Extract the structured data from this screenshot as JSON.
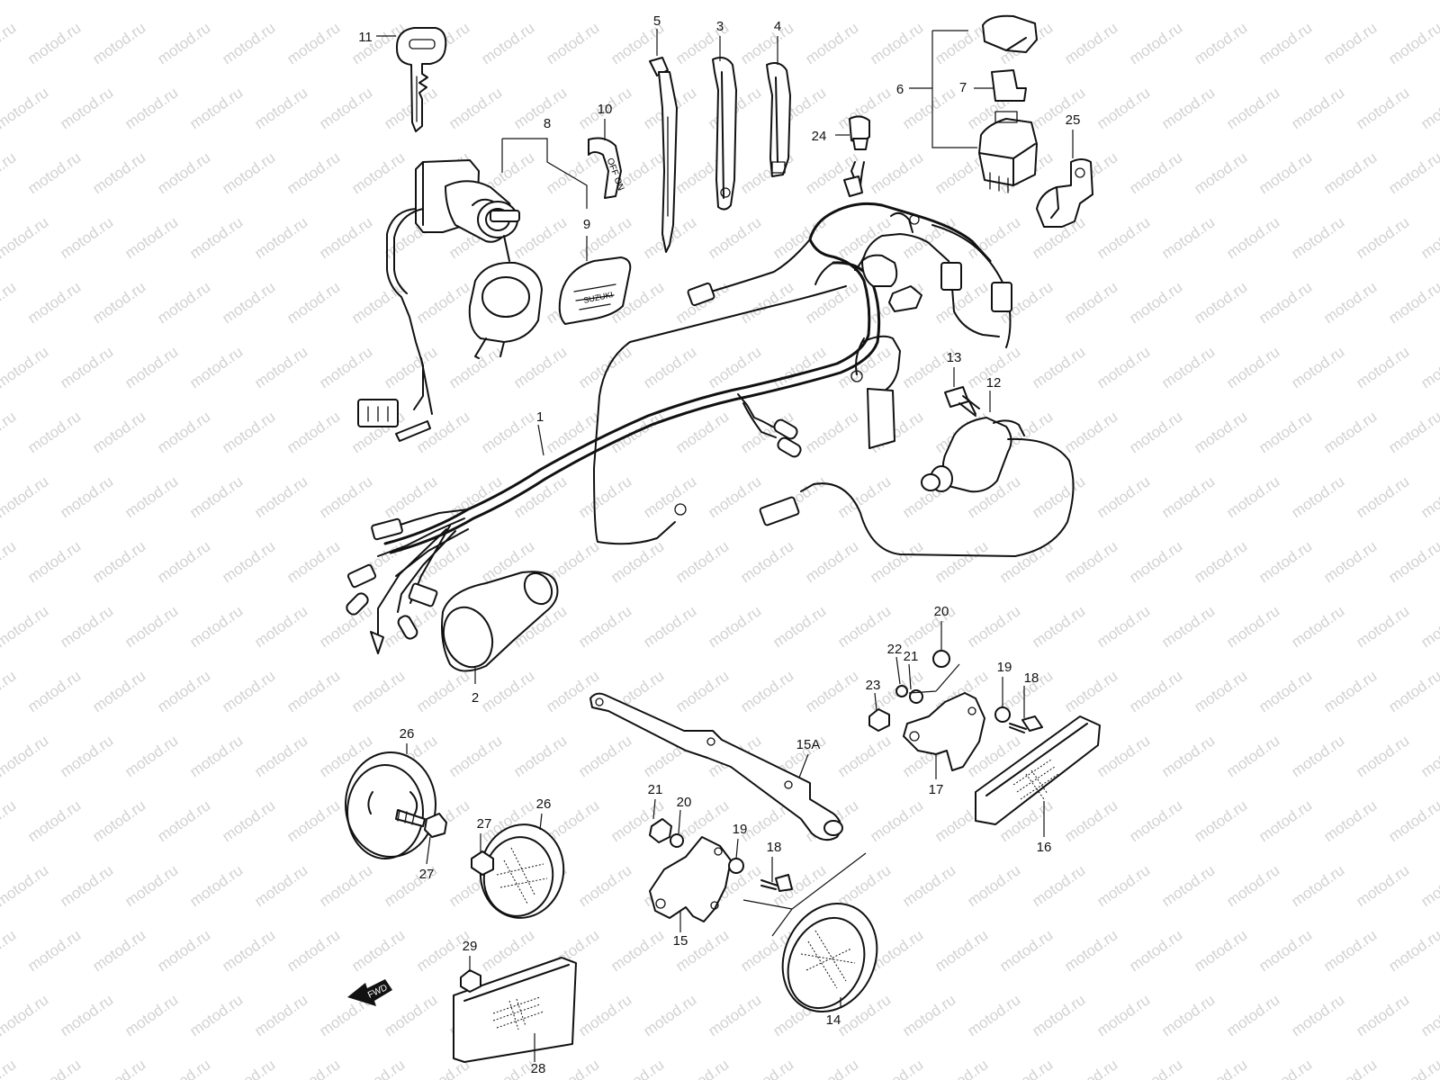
{
  "watermark": "motod.ru",
  "fwd_label": "FWD",
  "callouts": {
    "c1": "1",
    "c2": "2",
    "c3": "3",
    "c4": "4",
    "c5": "5",
    "c6": "6",
    "c7": "7",
    "c8": "8",
    "c9": "9",
    "c10": "10",
    "c11": "11",
    "c12": "12",
    "c13": "13",
    "c14": "14",
    "c15": "15",
    "c15a": "15A",
    "c16": "16",
    "c17": "17",
    "c18a": "18",
    "c18b": "18",
    "c19a": "19",
    "c19b": "19",
    "c20a": "20",
    "c20b": "20",
    "c21a": "21",
    "c21b": "21",
    "c22": "22",
    "c23": "23",
    "c24": "24",
    "c25": "25",
    "c26a": "26",
    "c26b": "26",
    "c27a": "27",
    "c27b": "27",
    "c28": "28",
    "c29": "29"
  }
}
